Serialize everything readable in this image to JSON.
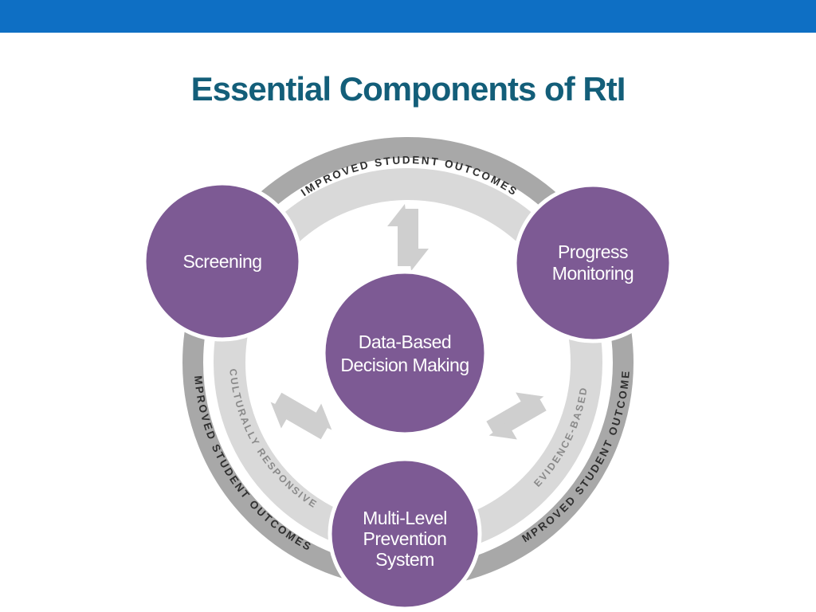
{
  "slide": {
    "title": "Essential Components of RtI"
  },
  "colors": {
    "header_bar": "#0e6fc4",
    "title": "#135e79",
    "node_fill": "#7d5a94",
    "outer_ring": "#a8a8a8",
    "inner_ring": "#d9d9d9",
    "arrow": "#cfcfcf"
  },
  "diagram": {
    "center": {
      "lines": [
        "Data-Based",
        "Decision Making"
      ]
    },
    "nodes": {
      "screening": {
        "lines": [
          "Screening"
        ]
      },
      "progress": {
        "lines": [
          "Progress",
          "Monitoring"
        ]
      },
      "prevention": {
        "lines": [
          "Multi-Level",
          "Prevention",
          "System"
        ]
      }
    },
    "outer_ring_labels": {
      "top": "IMPROVED STUDENT OUTCOMES",
      "left": "IMPROVED STUDENT OUTCOMES",
      "right": "IMPROVED STUDENT OUTCOMES"
    },
    "inner_ring_labels": {
      "left": "CULTURALLY RESPONSIVE",
      "right": "EVIDENCE-BASED"
    },
    "icons": [
      "double-arrow-icon",
      "double-arrow-icon",
      "double-arrow-icon"
    ]
  }
}
